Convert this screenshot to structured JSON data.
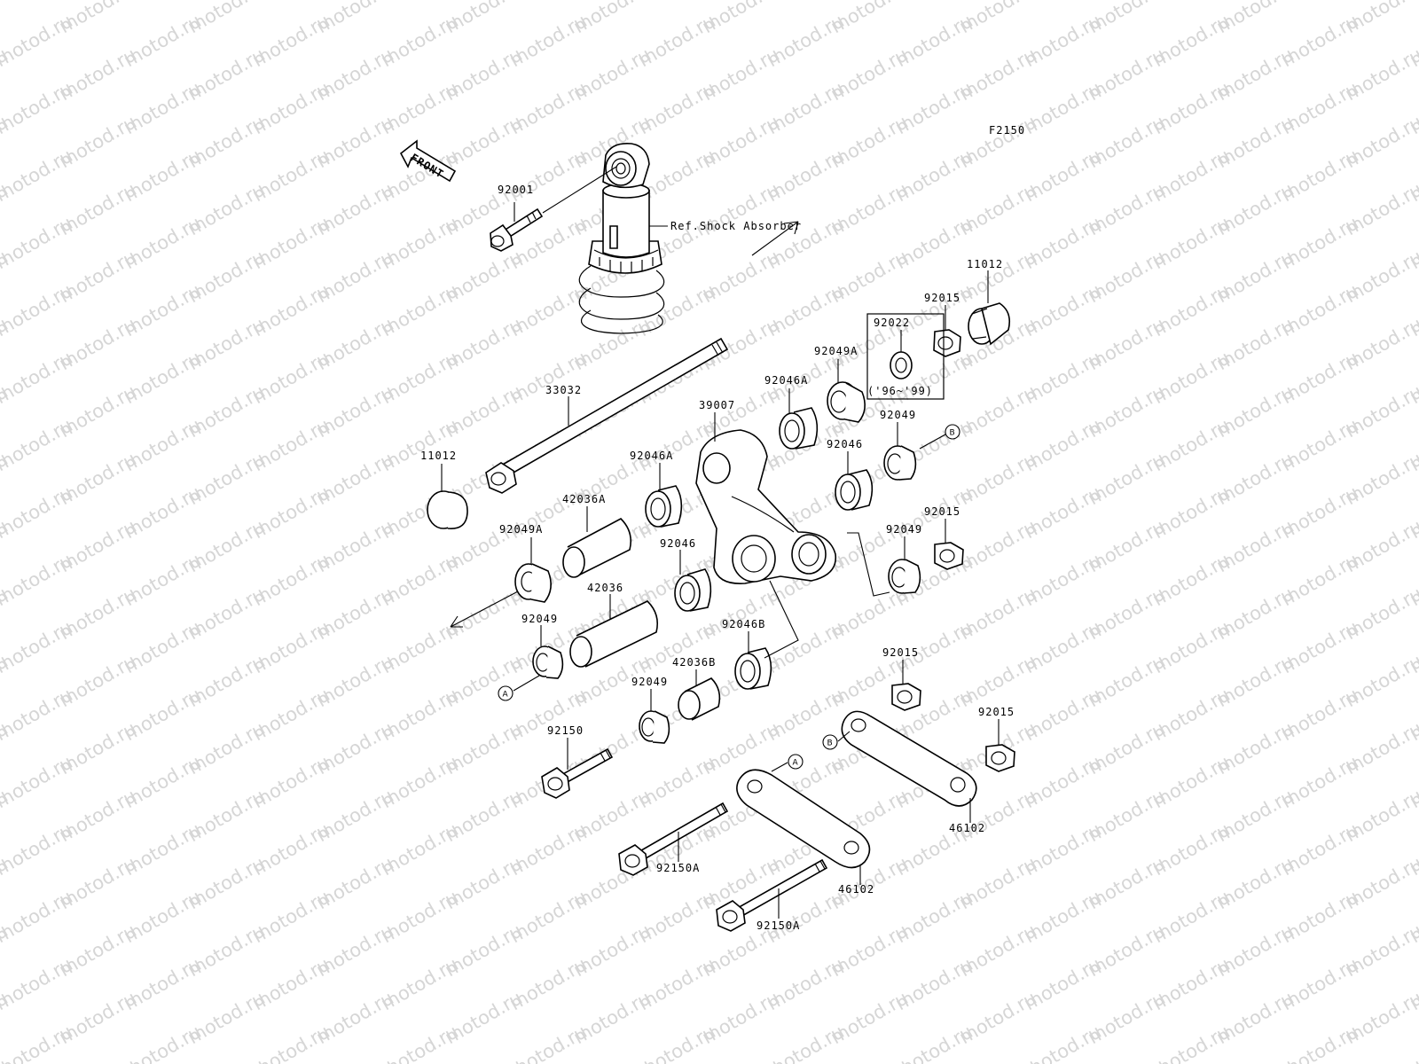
{
  "diagram": {
    "figure_code": "F2150",
    "watermark": "motod.ru",
    "front_label": "FRONT",
    "shock_ref": "Ref.Shock Absorber",
    "year_note": "('96~'99)",
    "labels": [
      {
        "id": "92001",
        "text": "92001"
      },
      {
        "id": "33032",
        "text": "33032"
      },
      {
        "id": "11012_left",
        "text": "11012"
      },
      {
        "id": "11012_right",
        "text": "11012"
      },
      {
        "id": "92015_top",
        "text": "92015"
      },
      {
        "id": "92022",
        "text": "92022"
      },
      {
        "id": "92049A_top",
        "text": "92049A"
      },
      {
        "id": "92046A_top",
        "text": "92046A"
      },
      {
        "id": "39007",
        "text": "39007"
      },
      {
        "id": "92049_right_top",
        "text": "92049"
      },
      {
        "id": "92046_right",
        "text": "92046"
      },
      {
        "id": "92046A_left",
        "text": "92046A"
      },
      {
        "id": "42036A",
        "text": "42036A"
      },
      {
        "id": "92049A_left",
        "text": "92049A"
      },
      {
        "id": "92046_left",
        "text": "92046"
      },
      {
        "id": "92015_mid",
        "text": "92015"
      },
      {
        "id": "92049_right_mid",
        "text": "92049"
      },
      {
        "id": "42036",
        "text": "42036"
      },
      {
        "id": "92049_left",
        "text": "92049"
      },
      {
        "id": "92046B",
        "text": "92046B"
      },
      {
        "id": "42036B",
        "text": "42036B"
      },
      {
        "id": "92049_bottom",
        "text": "92049"
      },
      {
        "id": "92015_lower",
        "text": "92015"
      },
      {
        "id": "92015_far",
        "text": "92015"
      },
      {
        "id": "92150",
        "text": "92150"
      },
      {
        "id": "46102_right",
        "text": "46102"
      },
      {
        "id": "92150A_left",
        "text": "92150A"
      },
      {
        "id": "46102_left",
        "text": "46102"
      },
      {
        "id": "92150A_right",
        "text": "92150A"
      }
    ],
    "refs": [
      {
        "id": "ref_a_left",
        "text": "A"
      },
      {
        "id": "ref_a_plate",
        "text": "A"
      },
      {
        "id": "ref_b_right",
        "text": "B"
      },
      {
        "id": "ref_b_plate",
        "text": "B"
      }
    ]
  }
}
